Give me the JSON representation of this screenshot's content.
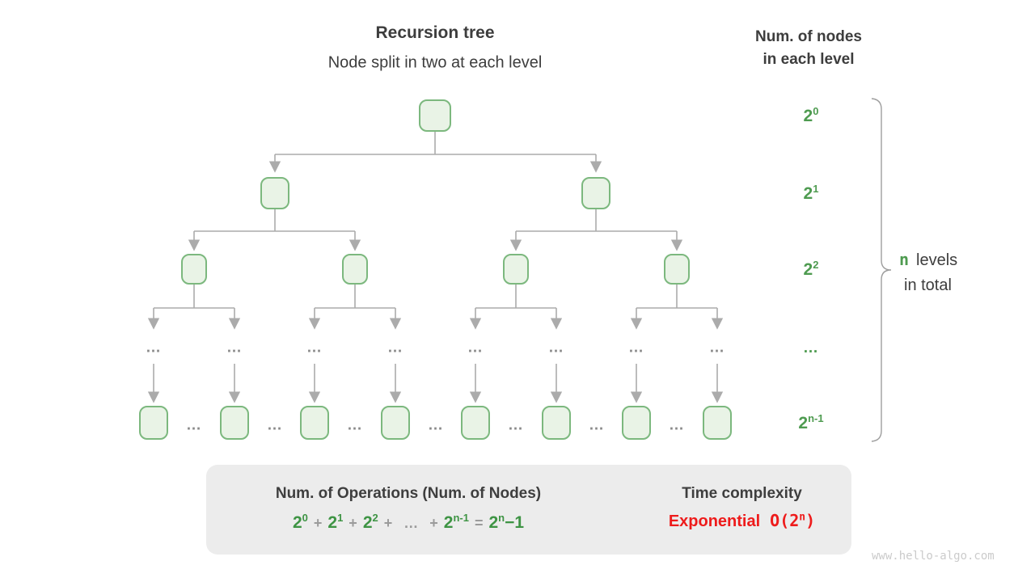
{
  "header": {
    "title": "Recursion tree",
    "subtitle": "Node split in two at each level",
    "right_title_line1": "Num. of nodes",
    "right_title_line2": "in each level"
  },
  "tree": {
    "ellipsis": "…",
    "node_fill": "#e9f3e6",
    "node_border": "#7cb87e",
    "edge_color": "#ababab"
  },
  "levels": [
    {
      "base": "2",
      "sup": "0"
    },
    {
      "base": "2",
      "sup": "1"
    },
    {
      "base": "2",
      "sup": "2"
    },
    {
      "base": "…",
      "sup": ""
    },
    {
      "base": "2",
      "sup": "n-1"
    }
  ],
  "brace_label": {
    "n": "n",
    "levels": "levels",
    "line2": "in total"
  },
  "summary": {
    "operations_title": "Num. of Operations (Num. of Nodes)",
    "formula": {
      "t0b": "2",
      "t0s": "0",
      "p1": "+",
      "t1b": "2",
      "t1s": "1",
      "p2": "+",
      "t2b": "2",
      "t2s": "2",
      "p3": "+",
      "dots": "…",
      "p4": "+",
      "t3b": "2",
      "t3s": "n-1",
      "eq": "=",
      "rb": "2",
      "rs": "n",
      "rt": "−1"
    },
    "time_title": "Time complexity",
    "complexity_label": "Exponential",
    "big_o": {
      "pre": "O(2",
      "sup": "n",
      "post": ")"
    }
  },
  "colors": {
    "accent_green": "#4e9b50",
    "status_red": "#ee1b1b",
    "box_gray": "#ececec",
    "text_dark": "#3d3d3d"
  },
  "watermark": "www.hello-algo.com"
}
